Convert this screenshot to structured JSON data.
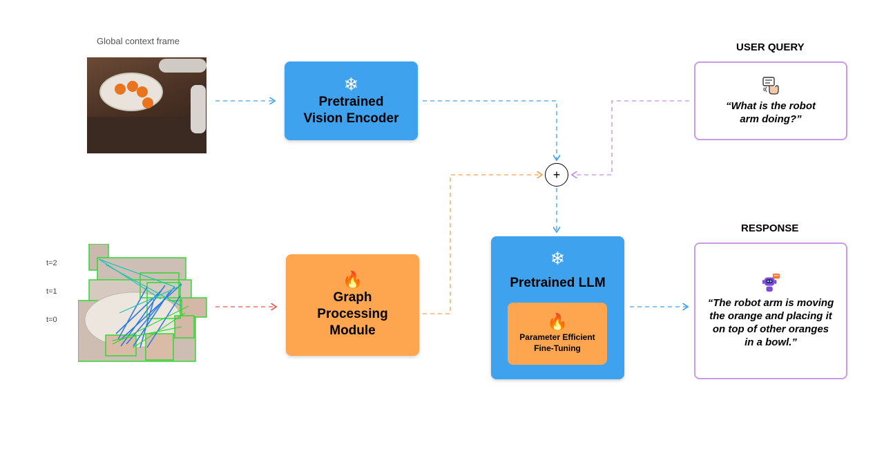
{
  "caption": "Global context frame",
  "time_labels": [
    "t=2",
    "t=1",
    "t=0"
  ],
  "encoder": {
    "icon": "snowflake-icon",
    "title": "Pretrained\nVision Encoder"
  },
  "gpm": {
    "icon": "flame-icon",
    "title": "Graph\nProcessing\nModule"
  },
  "llm": {
    "icon": "snowflake-icon",
    "title": "Pretrained LLM",
    "peft": {
      "icon": "flame-icon",
      "title": "Parameter Efficient\nFine-Tuning"
    }
  },
  "fusion": {
    "symbol": "+"
  },
  "query": {
    "heading": "USER QUERY",
    "text": "“What is the robot\narm doing?”",
    "icon": "chat-hand-icon"
  },
  "response": {
    "heading": "RESPONSE",
    "text": "“The robot arm is moving\nthe orange and placing it\non top of other oranges\nin a bowl.”",
    "icon": "robot-icon"
  },
  "colors": {
    "blue_arrow": "#3fa2ee",
    "orange_arrow": "#f5a04a",
    "red_arrow": "#e8534a",
    "purple_arrow": "#c98ae6",
    "encoder": "#3fa2ee",
    "gpm": "#fea64f",
    "card_border": "#c99ae8"
  }
}
